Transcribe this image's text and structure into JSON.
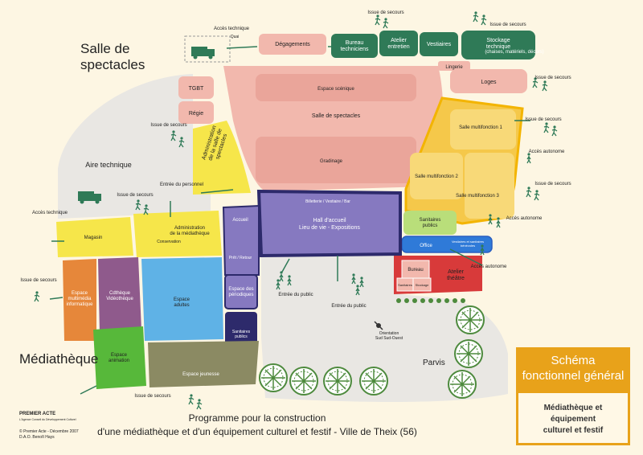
{
  "titles": {
    "salle": "Salle de\nspectacles",
    "mediatheque": "Médiathèque",
    "parvis": "Parvis"
  },
  "rooms": {
    "degagements": "Dégagements",
    "bureau_techniciens": "Bureau\ntechniciens",
    "atelier_entretien": "Atelier\nentretien",
    "vestiaires": "Vestiaires",
    "stockage": "Stockage\ntechnique",
    "stockage_sub": "(chaises, matériels, décors)",
    "lingerie": "Lingerie",
    "loges": "Loges",
    "tgbt": "TGBT",
    "regie": "Régie",
    "espace_scenique": "Espace scénique",
    "salle_spectacles": "Salle de spectacles",
    "gradinage": "Gradinage",
    "administration_salle": "Administration\nde la salle de\nspectacles",
    "aire_technique": "Aire technique",
    "salle_multi_1": "Salle multifonction 1",
    "salle_multi_2": "Salle multifonction 2",
    "salle_multi_3": "Salle multifonction 3",
    "sanitaires_publics_1": "Sanitaires\npublics",
    "office": "Office",
    "office_sub": "Vestiaires et sanitaires\nbénévoles",
    "bureau": "Bureau",
    "atelier_theatre": "Atelier\nthéâtre",
    "sanitaires_small": "Sanitaires",
    "stockage_small": "Stockage",
    "billetterie": "Billetterie / Vestiaire / Bar",
    "hall": "Hall d'accueil\nLieu de vie - Expositions",
    "accueil": "Accueil",
    "pret_retour": "Prêt / Retour",
    "espace_periodiques": "Espace des\npériodiques",
    "sanitaires_publics_2": "Sanitaires\npublics",
    "magasin": "Magasin",
    "administration_mediatheque": "Administration\nde la médiathèque",
    "conservation": "Conservation",
    "espace_multimedia": "Espace\nmultimédia\ninformatique",
    "cditheque": "Cdthèque\nVidéothèque",
    "espace_adultes": "Espace\nadultes",
    "espace_animation": "Espace\nanimation",
    "espace_jeunesse": "Espace jeunesse"
  },
  "annotations": {
    "acces_technique_top": "Accès technique",
    "quai": "Quai",
    "issue_secours": "Issue de secours",
    "entree_personnel": "Entrée du personnel",
    "acces_technique_left": "Accès technique",
    "acces_autonome": "Accès autonome",
    "entree_public": "Entrée du public",
    "orientation": "Orientation\nSud Sud-Ouest"
  },
  "legend": {
    "title": "Schéma\nfonctionnel général",
    "subtitle": "Médiathèque et équipement\nculturel et festif"
  },
  "footer": {
    "program_line1": "Programme pour la construction",
    "program_line2": "d'une médiathèque et d'un équipement culturel et festif - Ville de Theix (56)",
    "logo": "PREMIER ACTE",
    "logo_sub": "L'Agence Conseil du Développement Culturel",
    "credits": "© Premier Acte - Décembre 2007\nD.A.O. Benoît Hays"
  },
  "colors": {
    "background": "#fdf6e3",
    "pink": "#f2b8ad",
    "dark_green": "#2f7a57",
    "yellow": "#f6e64a",
    "orange_yellow": "#f5c84a",
    "purple": "#6a5aa8",
    "dark_navy": "#2d2a6b",
    "blue": "#5fb2e6",
    "orange": "#e6873a",
    "violet": "#8f5a8c",
    "green": "#57b83a",
    "olive": "#8b8a63",
    "red": "#d83a3a",
    "light_green": "#b9de7a",
    "office_blue": "#2f7ad8",
    "accent": "#e8a21a"
  }
}
